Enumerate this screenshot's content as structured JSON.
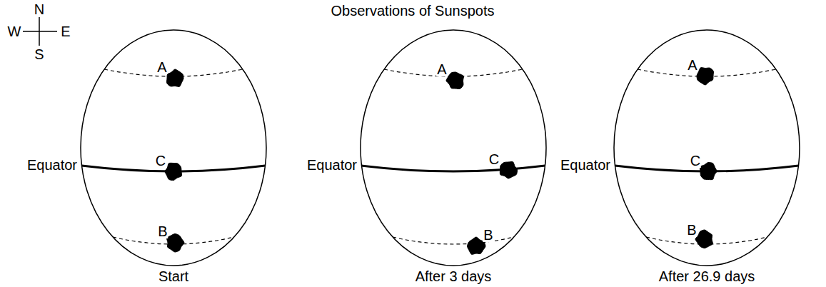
{
  "diagram": {
    "title": "Observations of Sunspots",
    "nodes": [
      {
        "text": [
          "A",
          "C",
          "B"
        ]
      },
      {
        "text": [
          "A",
          "C",
          "B"
        ]
      },
      {
        "text": [
          "A",
          "C",
          "B"
        ]
      }
    ],
    "labels": [
      "N",
      "W",
      "E",
      "S",
      "Equator",
      "Equator",
      "Equator",
      "Start",
      "After 3 days",
      "After 26.9 days"
    ]
  }
}
